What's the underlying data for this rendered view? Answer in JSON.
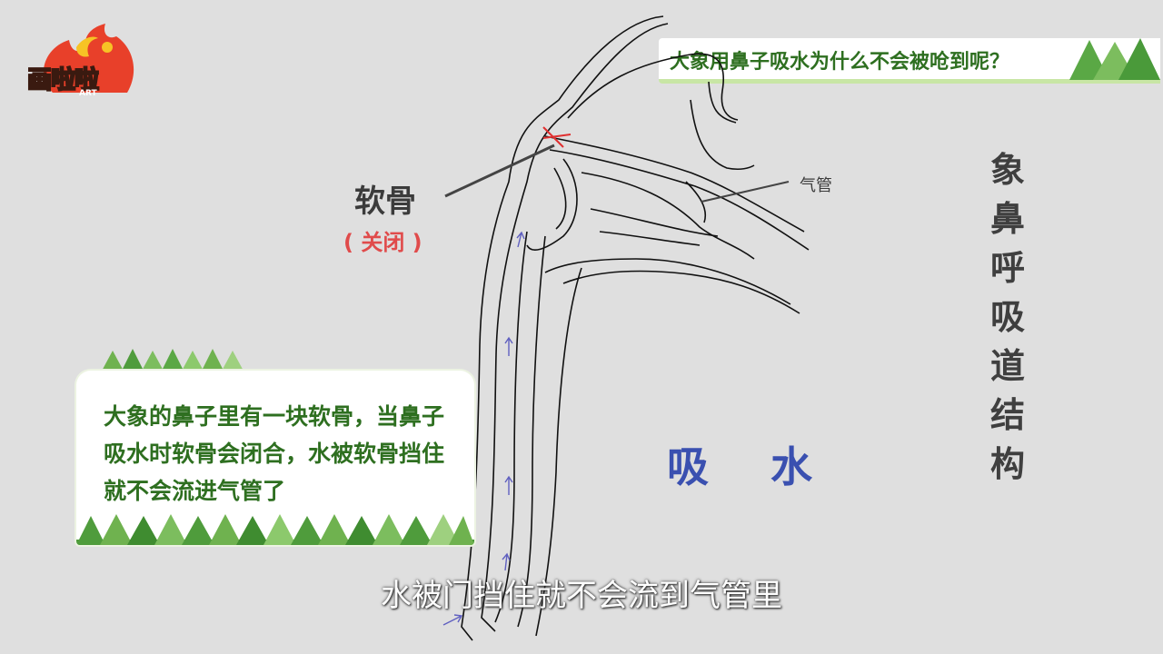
{
  "logo": {
    "text": "画啦啦",
    "sub": "ART"
  },
  "title": "大象用鼻子吸水为什么不会被呛到呢？",
  "labels": {
    "cartilage": "软骨",
    "closed": "( 关闭 )",
    "trachea": "气管",
    "suck_water": "吸 水"
  },
  "vertical_title": "象鼻呼吸道结构",
  "explanation": "大象的鼻子里有一块软骨，当鼻子吸水时软骨会闭合，水被软骨挡住就不会流进气管了",
  "subtitle": "水被门挡住就不会流到气管里",
  "colors": {
    "accent_green": "#2e6f20",
    "closed_red": "#e04b4b",
    "suck_blue": "#3a50b0",
    "arrow_blue": "#6060c0"
  }
}
